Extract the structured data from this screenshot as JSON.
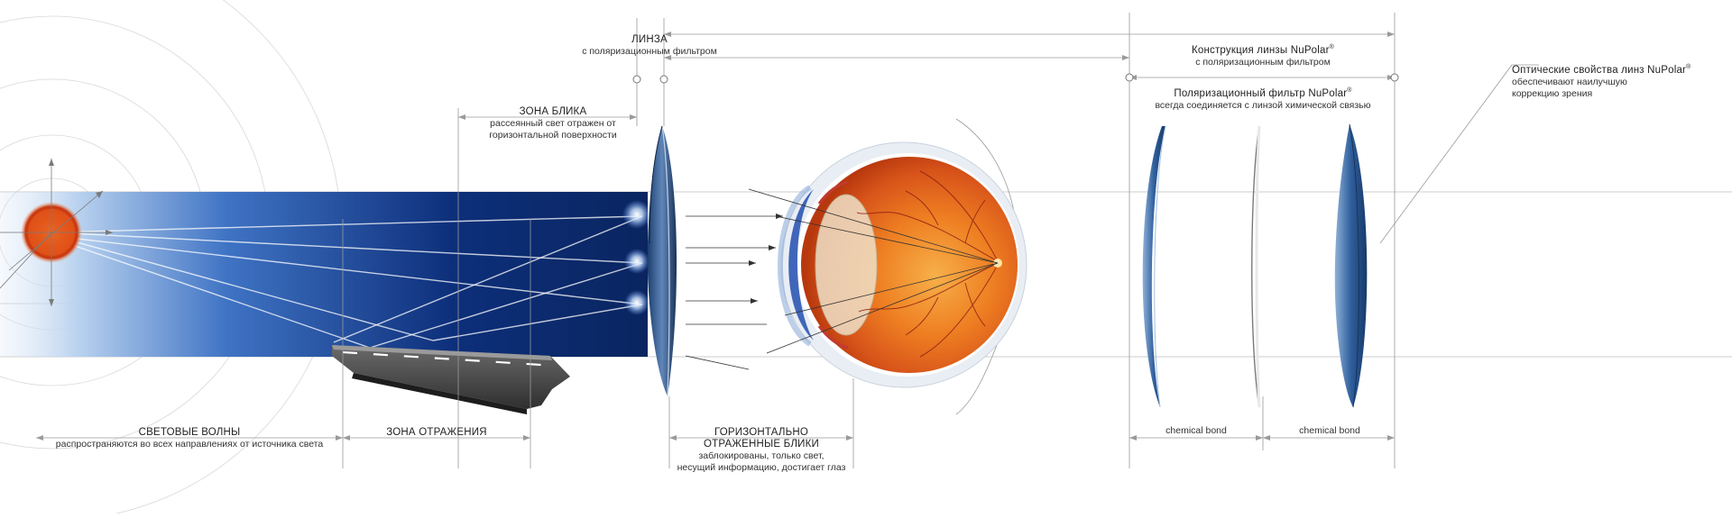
{
  "labels": {
    "lens": {
      "title": "ЛИНЗА",
      "sub": "с поляризационным фильтром"
    },
    "glare_zone": {
      "title": "ЗОНА БЛИКА",
      "sub1": "рассеянный свет отражен от",
      "sub2": "горизонтальной поверхности"
    },
    "light_waves": {
      "title": "СВЕТОВЫЕ ВОЛНЫ",
      "sub": "распространяются во всех направлениях от источника света"
    },
    "reflection_zone": {
      "title": "ЗОНА ОТРАЖЕНИЯ"
    },
    "horizontal_glare": {
      "title1": "ГОРИЗОНТАЛЬНО",
      "title2": "ОТРАЖЕННЫЕ БЛИКИ",
      "sub1": "заблокированы, только свет,",
      "sub2": "несущий информацию, достигает глаз"
    },
    "construction": {
      "line1": "Конструкция линзы NuPolar",
      "line2": "с поляризационным фильтром",
      "mark": "®"
    },
    "filter": {
      "line1": "Поляризационный фильтр NuPolar",
      "line2": "всегда соединяется с линзой химической связью",
      "mark": "®"
    },
    "optics": {
      "line1": "Оптические свойства линз NuPolar",
      "line2": "обеспечивают наилучшую",
      "line3": "коррекцию зрения",
      "mark": "®"
    },
    "bond1": "chemical bond",
    "bond2": "chemical bond"
  },
  "colors": {
    "beam_dark": "#0a2a6e",
    "beam_light": "#b7d6f5",
    "lens_blue": "#2a5a9a",
    "eye_orange": "#e8741c",
    "sun_orange": "#e2531a",
    "line_gray": "#8a8a8a"
  }
}
